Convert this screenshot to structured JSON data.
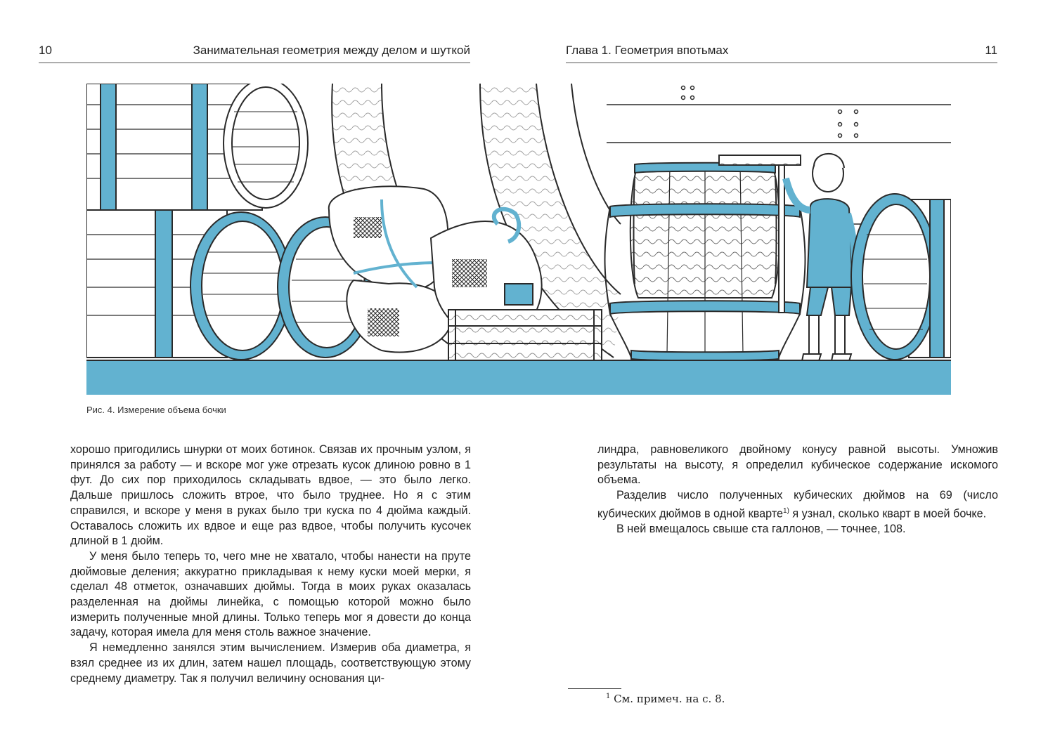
{
  "header": {
    "left_page_number": "10",
    "left_title": "Занимательная геометрия между делом и шуткой",
    "right_title": "Глава 1. Геометрия впотьмах",
    "right_page_number": "11"
  },
  "figure": {
    "caption": "Рис. 4. Измерение объема бочки",
    "accent_color": "#62b2d0",
    "line_color": "#2a2a2a"
  },
  "left_column": {
    "p1": "хорошо пригодились шнурки от моих ботинок. Связав их прочным узлом, я принялся за работу — и вскоре мог уже отрезать кусок длиною ровно в 1 фут. До сих пор приходилось складывать вдвое, — это было легко. Дальше пришлось сложить втрое, что было труднее. Но я с этим справился, и вскоре у меня в руках было три куска по 4 дюйма каждый. Оставалось сложить их вдвое и еще раз вдвое, чтобы получить кусочек длиной в 1 дюйм.",
    "p2": "У меня было теперь то, чего мне не хватало, чтобы нанести на пруте дюймовые деления; аккуратно прикладывая к нему куски моей мерки, я сделал 48 отметок, означавших дюймы. Тогда в моих руках оказалась разделенная на дюймы линейка, с помощью которой можно было измерить полученные мной длины. Только теперь мог я довести до конца задачу, которая имела для меня столь важное значение.",
    "p3": "Я немедленно занялся этим вычислением. Измерив оба диаметра, я взял среднее из их длин, затем нашел площадь, соответствующую этому среднему диаметру. Так я получил величину основания ци-"
  },
  "right_column": {
    "p1": "линдра, равновеликого двойному конусу равной высоты. Умножив результаты на высоту, я определил кубическое содержание искомого объема.",
    "p2_before": "Разделив число полученных кубических дюймов на 69 (число кубических дюймов в одной кварте",
    "p2_sup": "1)",
    "p2_after": " я узнал, сколько кварт в моей бочке.",
    "p3": "В ней вмещалось свыше ста галлонов, — точнее, 108."
  },
  "footnote": {
    "marker": "1",
    "text": "См. примеч. на с. 8."
  }
}
